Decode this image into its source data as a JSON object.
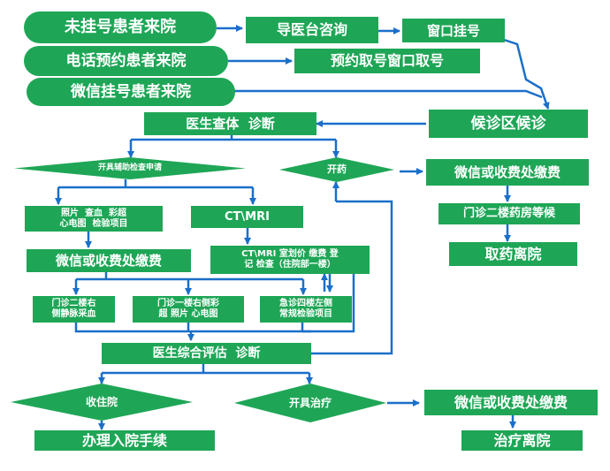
{
  "start": {
    "walkin": "未挂号患者来院",
    "phone": "电话预约患者来院",
    "wechat": "微信挂号患者来院"
  },
  "steps": {
    "guide_desk": "导医台咨询",
    "window_reg": "窗口挂号",
    "appt_pickup": "预约取号窗口取号",
    "waiting": "候诊区候诊",
    "doctor_exam": "医生查体  诊断",
    "aux_exam_decision": "开具辅助检查申请",
    "prescribe_decision": "开药",
    "pay_medicine": "微信或收费处缴费",
    "pharmacy_wait": "门诊二楼药房等候",
    "take_medicine_leave": "取药离院",
    "photo_blood": "照片  查血  彩超\n心电图  检验项目",
    "ct_mri": "CT\\MRI",
    "pay_exam": "微信或收费处缴费",
    "ct_mri_register": "CT\\MRI 室划价 缴费 登\n记 检查（住院部一楼）",
    "blood_draw": "门诊二楼右\n侧静脉采血",
    "ultrasound": "门诊一楼右侧彩\n超 照片 心电图",
    "emergency_lab": "急诊四楼左侧\n常规检验项目",
    "overall_eval": "医生综合评估  诊断",
    "admit_decision": "收住院",
    "treat_decision": "开具治疗",
    "admission": "办理入院手续",
    "pay_treatment": "微信或收费处缴费",
    "treat_leave": "治疗离院"
  },
  "colors": {
    "node_fill": "#1ea656",
    "arrow": "#1a6fc9",
    "text": "#ffffff"
  }
}
